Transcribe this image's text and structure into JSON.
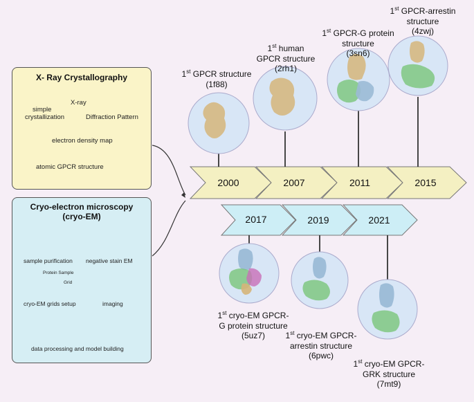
{
  "xray": {
    "title": "X- Ray Crystallography",
    "step1": "simple",
    "step1b": "crystallization",
    "xray_label": "X-ray",
    "diffraction": "Diffraction Pattern",
    "density": "electron density map",
    "atomic": "atomic GPCR structure"
  },
  "cryo": {
    "title_line1": "Cryo-electron microscopy",
    "title_line2": "(cryo-EM)",
    "purification": "sample purification",
    "negative": "negative stain EM",
    "protein_sample": "Protein Sample",
    "grid": "Grid",
    "grids_setup": "cryo-EM grids setup",
    "imaging": "imaging",
    "processing": "data processing and model building"
  },
  "timeline": {
    "top_years": [
      "2000",
      "2007",
      "2011",
      "2015"
    ],
    "bottom_years": [
      "2017",
      "2019",
      "2021"
    ],
    "top_captions": [
      {
        "sup": "st",
        "l1": "GPCR structure",
        "l2": "(1f88)"
      },
      {
        "sup": "st",
        "l1": "human",
        "l2": "GPCR structure",
        "l3": "(2rh1)"
      },
      {
        "sup": "st",
        "l1": "GPCR-G protein",
        "l2": "structure",
        "l3": "(3sn6)"
      },
      {
        "sup": "st",
        "l1": "GPCR-arrestin",
        "l2": "structure",
        "l3": "(4zwj)"
      }
    ],
    "bottom_captions": [
      {
        "sup": "st",
        "l1": "cryo-EM GPCR-",
        "l2": "G protein structure",
        "l3": "(5uz7)"
      },
      {
        "sup": "st",
        "l1": "cryo-EM GPCR-",
        "l2": "arrestin structure",
        "l3": "(6pwc)"
      },
      {
        "sup": "st",
        "l1": "cryo-EM GPCR-",
        "l2": "GRK structure",
        "l3": "(7mt9)"
      }
    ],
    "ordinal": "1"
  },
  "colors": {
    "top_arrow": "#f4f0c2",
    "bottom_arrow": "#cdeef6",
    "bubble": "#d8e6f6",
    "protein_tan": "#d6b57a",
    "protein_green": "#7ac57a",
    "protein_blue": "#9bbad6",
    "purple": "#8b5fb0"
  }
}
